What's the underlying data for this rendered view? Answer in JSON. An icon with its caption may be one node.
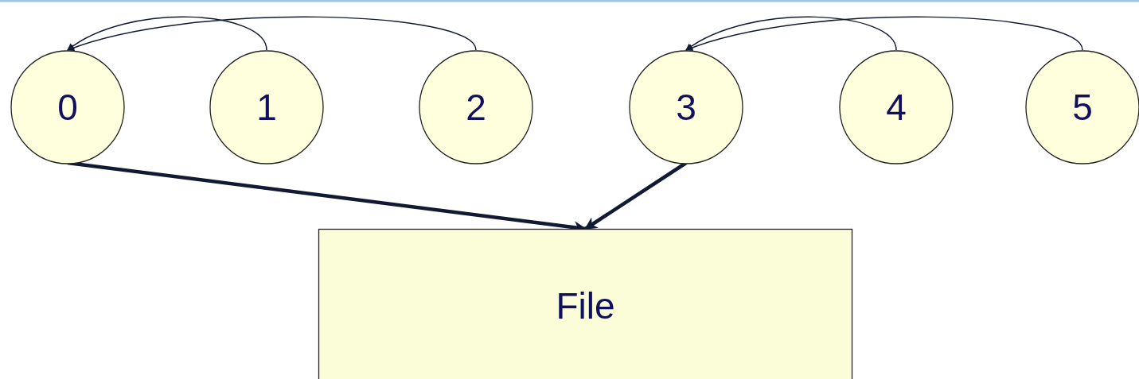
{
  "diagram": {
    "nodes": [
      {
        "text": [
          "0"
        ]
      },
      {
        "text": [
          "1"
        ]
      },
      {
        "text": [
          "2"
        ]
      },
      {
        "text": [
          "3"
        ]
      },
      {
        "text": [
          "4"
        ]
      },
      {
        "text": [
          "5"
        ]
      },
      {
        "text": [
          "File"
        ]
      }
    ],
    "edges": [
      {
        "from": 1,
        "to": 0,
        "arrow": "to"
      },
      {
        "from": 2,
        "to": 0,
        "arrow": "to"
      },
      {
        "from": 4,
        "to": 3,
        "arrow": "to"
      },
      {
        "from": 5,
        "to": 3,
        "arrow": "to"
      },
      {
        "from": 0,
        "to": 6,
        "arrow": "to",
        "style": "thick"
      },
      {
        "from": 3,
        "to": 6,
        "arrow": "to",
        "style": "thick"
      }
    ]
  }
}
